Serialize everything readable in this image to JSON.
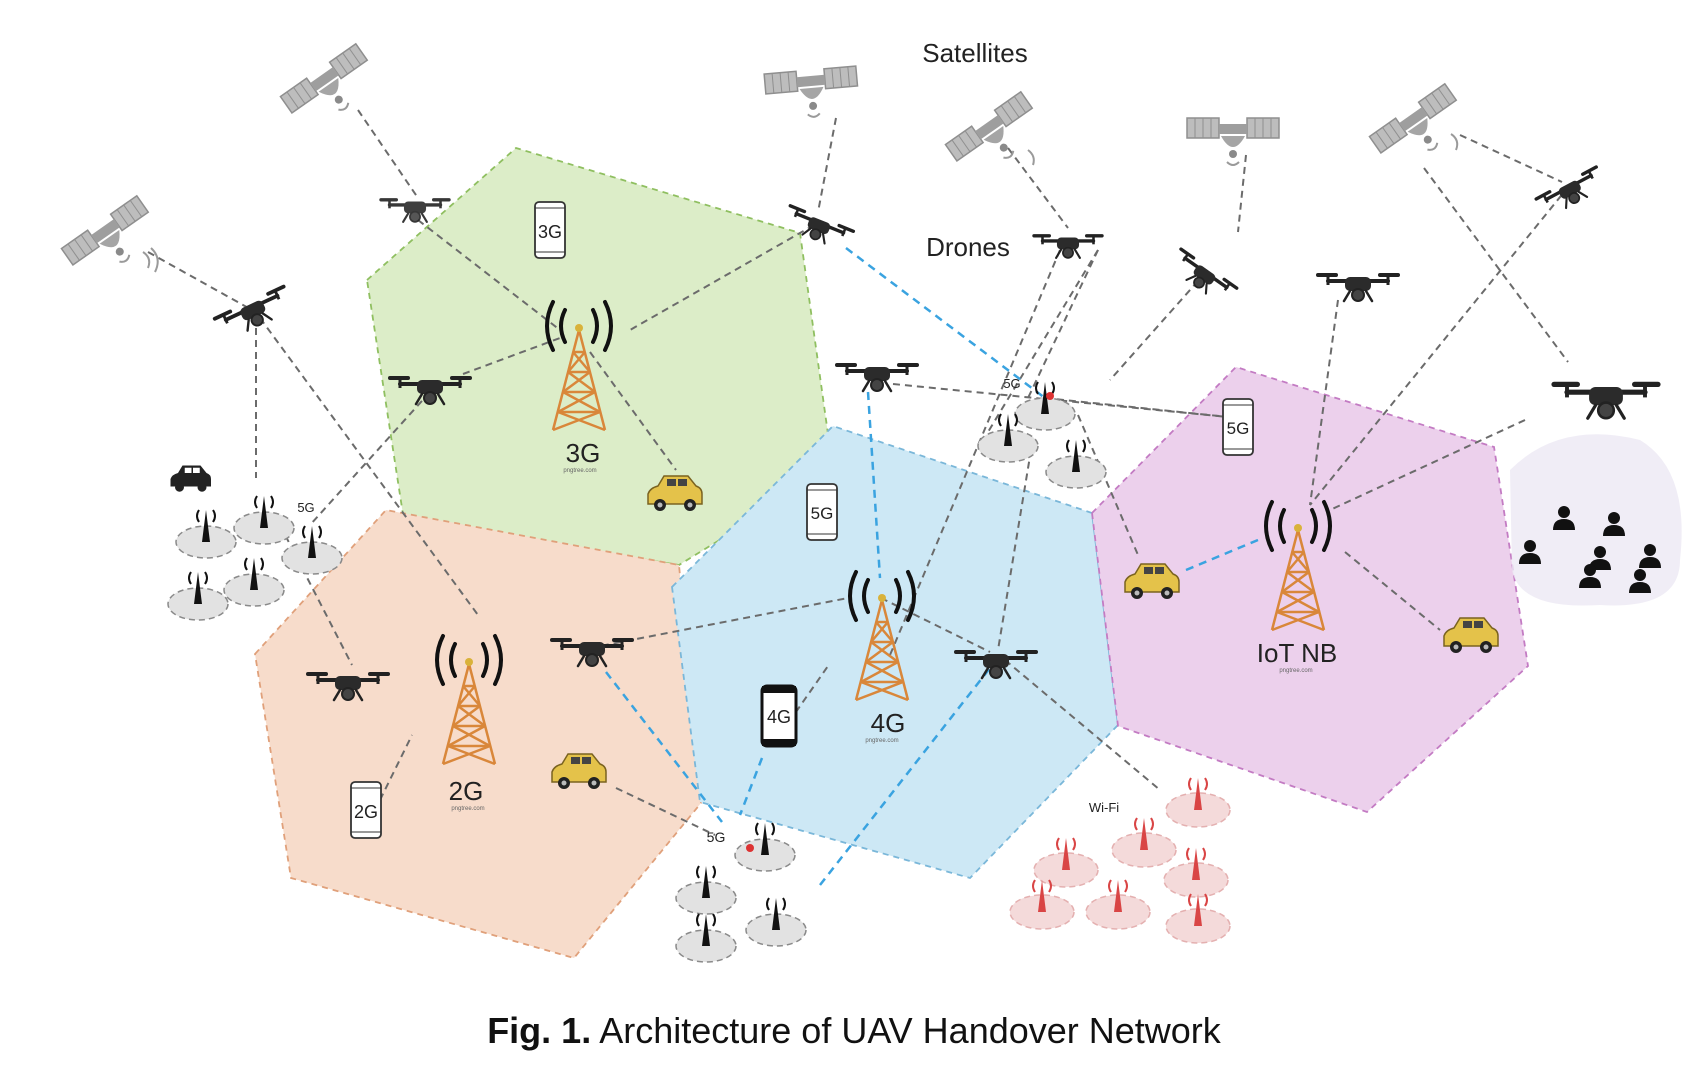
{
  "labels": {
    "satellites": "Satellites",
    "drones": "Drones",
    "cell_2g": "2G",
    "cell_3g": "3G",
    "cell_4g": "4G",
    "cell_iot": "IoT NB",
    "phone_2g": "2G",
    "phone_3g": "3G",
    "phone_4g": "4G",
    "phone_5g_a": "5G",
    "phone_5g_b": "5G",
    "small_5g_a": "5G",
    "small_5g_b": "5G",
    "small_5g_c": "5G",
    "wifi": "Wi-Fi",
    "watermark": "pngtree.com"
  },
  "caption": {
    "prefix": "Fig. 1.",
    "text": "Architecture of UAV Handover Network"
  },
  "colors": {
    "cell_2g": "#f7dccb",
    "cell_3g": "#dcedc8",
    "cell_4g": "#cde8f5",
    "cell_iot": "#ecd0ec",
    "tower": "#d9873a",
    "handover_link": "#3aa3e0",
    "link": "#6b6b6b",
    "car": "#e4c24a",
    "wifi": "#d94545"
  }
}
